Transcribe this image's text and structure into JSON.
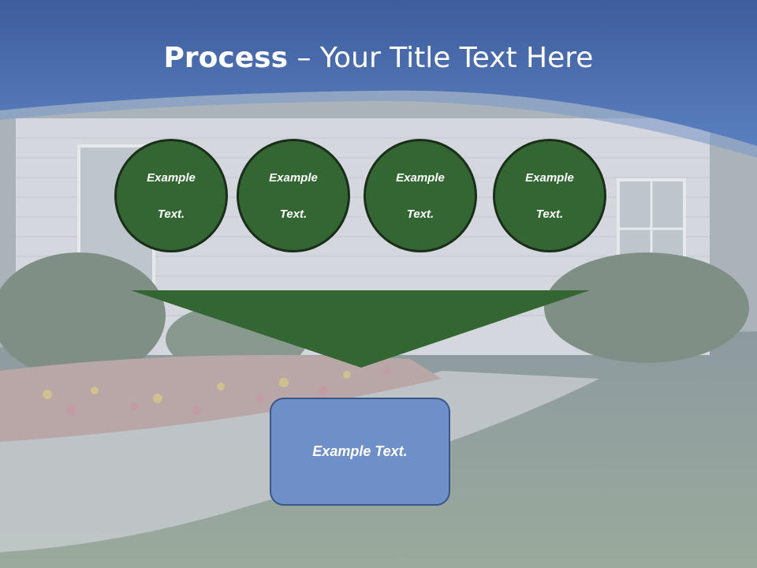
{
  "title": {
    "bold": "Process",
    "rest": " – Your Title Text Here"
  },
  "circles": [
    {
      "line1": "Example",
      "line2": "Text."
    },
    {
      "line1": "Example",
      "line2": "Text."
    },
    {
      "line1": "Example",
      "line2": "Text."
    },
    {
      "line1": "Example",
      "line2": "Text."
    }
  ],
  "result_box": {
    "label": "Example Text."
  },
  "colors": {
    "header_blue": "#4a6fb0",
    "circle_green": "#336633",
    "funnel_green": "#336633",
    "box_blue": "#6f8fc8"
  }
}
